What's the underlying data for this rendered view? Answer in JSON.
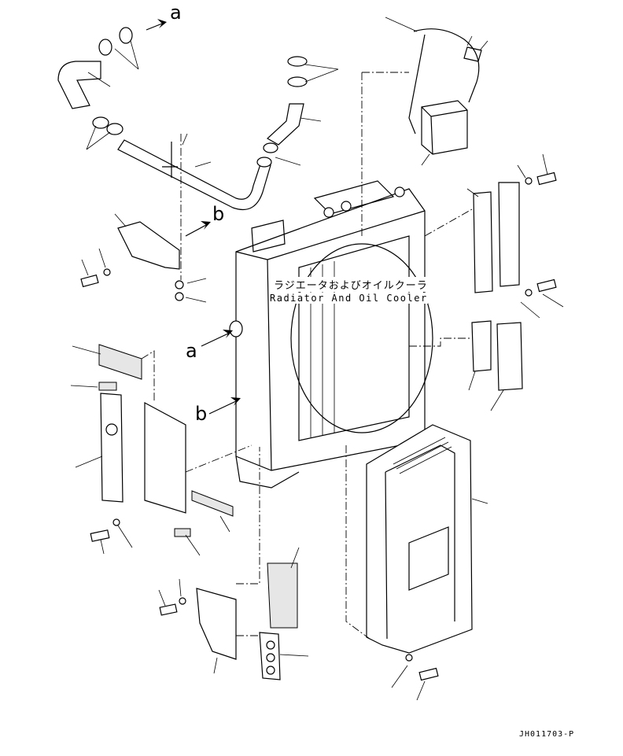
{
  "title": {
    "japanese": "ラジエータおよびオイルクーラ",
    "english": "Radiator And Oil Cooler"
  },
  "connection_markers": [
    "a",
    "b",
    "a",
    "b"
  ],
  "drawing_number": "JH011703-P"
}
